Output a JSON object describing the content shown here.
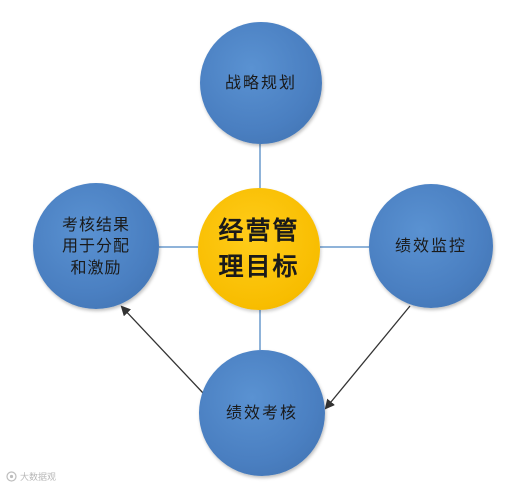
{
  "nodes": {
    "center": "经营管\n理目标",
    "strategy": "战略规划",
    "monitor": "绩效监控",
    "appraisal": "绩效考核",
    "allocate": "考核结果\n用于分配\n和激励"
  },
  "watermark": "大数据观",
  "colors": {
    "outer_node": "#4a7fc1",
    "center_node": "#f8bd00",
    "connector": "#8fb3d9",
    "arrow": "#333333"
  }
}
